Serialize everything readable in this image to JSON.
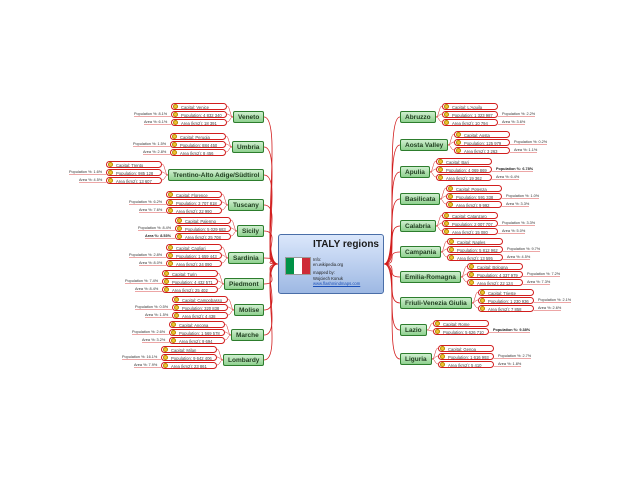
{
  "central": {
    "title": "ITALY regions",
    "info_label": "Info:",
    "info_url": "en.wikipedia.org",
    "mapped_label": "mapped by:",
    "author": "Wojciech Konuk",
    "link": "www.flashmindmaps.com",
    "flag_colors": [
      "#009246",
      "#ffffff",
      "#ce2b37"
    ]
  },
  "colors": {
    "branch": "#d21e1e",
    "node_fill": "#8fd08f",
    "node_border": "#2d7d2d",
    "central_fill": "#9db8e3"
  },
  "icons": {
    "pill": "info-icon"
  },
  "left_regions": [
    {
      "name": "Veneto",
      "pills": [
        "Capital: Venice",
        "Population: 4 832 340",
        "Area (km2): 18 391"
      ],
      "ext": [
        {
          "text": "Population %: 8.1%",
          "bold": false
        },
        {
          "text": "Area %: 6.1%",
          "bold": false
        }
      ]
    },
    {
      "name": "Umbria",
      "pills": [
        "Capital: Perugia",
        "Population: 884 450",
        "Area (km2): 8 456"
      ],
      "ext": [
        {
          "text": "Population %: 1.5%",
          "bold": false
        },
        {
          "text": "Area %: 2.8%",
          "bold": false
        }
      ]
    },
    {
      "name": "Trentino-Alto Adige/Südtirol",
      "pills": [
        "Capital: Trento",
        "Population: 985 128",
        "Area (km2): 13 607"
      ],
      "ext": [
        {
          "text": "Population %: 1.6%",
          "bold": false
        },
        {
          "text": "Area %: 4.5%",
          "bold": false
        }
      ]
    },
    {
      "name": "Tuscany",
      "pills": [
        "Capital: Florence",
        "Population: 3 707 818",
        "Area (km2): 22 990"
      ],
      "ext": [
        {
          "text": "Population %: 6.2%",
          "bold": false
        },
        {
          "text": "Area %: 7.6%",
          "bold": false
        }
      ]
    },
    {
      "name": "Sicily",
      "pills": [
        "Capital: Palermo",
        "Population: 5 029 683",
        "Area (km2): 25 708"
      ],
      "ext": [
        {
          "text": "Population %: 8.4%",
          "bold": false
        },
        {
          "text": "Area %: 8.53%",
          "bold": true
        }
      ]
    },
    {
      "name": "Sardinia",
      "pills": [
        "Capital: Cagliari",
        "Population: 1 659 443",
        "Area (km2): 24 090"
      ],
      "ext": [
        {
          "text": "Population %: 2.8%",
          "bold": false
        },
        {
          "text": "Area %: 8.0%",
          "bold": false
        }
      ]
    },
    {
      "name": "Piedmont",
      "pills": [
        "Capital: Turin",
        "Population: 4 432 571",
        "Area (km2): 25 402"
      ],
      "ext": [
        {
          "text": "Population %: 7.4%",
          "bold": false
        },
        {
          "text": "Area %: 8.4%",
          "bold": false
        }
      ]
    },
    {
      "name": "Molise",
      "pills": [
        "Capital: Campobasso",
        "Population: 320 838",
        "Area (km2): 4 438"
      ],
      "ext": [
        {
          "text": "Population %: 0.5%",
          "bold": false
        },
        {
          "text": "Area %: 1.5%",
          "bold": false
        }
      ]
    },
    {
      "name": "Marche",
      "pills": [
        "Capital: Ancona",
        "Population: 1 569 578",
        "Area (km2): 9 694"
      ],
      "ext": [
        {
          "text": "Population %: 2.6%",
          "bold": false
        },
        {
          "text": "Area %: 3.2%",
          "bold": false
        }
      ]
    },
    {
      "name": "Lombardy",
      "pills": [
        "Capital: Milan",
        "Population: 9 642 406",
        "Area (km2): 23 861"
      ],
      "ext": [
        {
          "text": "Population %: 16.1%",
          "bold": false
        },
        {
          "text": "Area %: 7.9%",
          "bold": false
        }
      ]
    }
  ],
  "right_regions": [
    {
      "name": "Abruzzo",
      "pills": [
        "Capital: L'Aquila",
        "Population: 1 323 987",
        "Area (km2): 10 794"
      ],
      "ext": [
        {
          "text": "Population %: 2.2%",
          "bold": false
        },
        {
          "text": "Area %: 3.6%",
          "bold": false
        }
      ]
    },
    {
      "name": "Aosta Valley",
      "pills": [
        "Capital: Aosta",
        "Population: 125 979",
        "Area (km2): 3 263"
      ],
      "ext": [
        {
          "text": "Population %: 0.2%",
          "bold": false
        },
        {
          "text": "Area %: 1.1%",
          "bold": false
        }
      ]
    },
    {
      "name": "Apulia",
      "pills": [
        "Capital: Bari",
        "Population: 4 069 869",
        "Area (km2): 19 362"
      ],
      "ext": [
        {
          "text": "Population %: 6.78%",
          "bold": true
        },
        {
          "text": "Area %: 6.4%",
          "bold": false
        }
      ]
    },
    {
      "name": "Basilicata",
      "pills": [
        "Capital: Potenza",
        "Population: 591 338",
        "Area (km2): 9 992"
      ],
      "ext": [
        {
          "text": "Population %: 1.0%",
          "bold": false
        },
        {
          "text": "Area %: 3.3%",
          "bold": false
        }
      ]
    },
    {
      "name": "Calabria",
      "pills": [
        "Capital: Catanzaro",
        "Population: 2 007 707",
        "Area (km2): 15 080"
      ],
      "ext": [
        {
          "text": "Population %: 3.3%",
          "bold": false
        },
        {
          "text": "Area %: 5.0%",
          "bold": false
        }
      ]
    },
    {
      "name": "Campania",
      "pills": [
        "Capital: Naples",
        "Population: 5 812 962",
        "Area (km2): 13 595"
      ],
      "ext": [
        {
          "text": "Population %: 9.7%",
          "bold": false
        },
        {
          "text": "Area %: 4.5%",
          "bold": false
        }
      ]
    },
    {
      "name": "Emilia-Romagna",
      "pills": [
        "Capital: Bologna",
        "Population: 4 337 979",
        "Area (km2): 22 124"
      ],
      "ext": [
        {
          "text": "Population %: 7.2%",
          "bold": false
        },
        {
          "text": "Area %: 7.3%",
          "bold": false
        }
      ]
    },
    {
      "name": "Friuli-Venezia Giulia",
      "pills": [
        "Capital: Trieste",
        "Population: 1 230 936",
        "Area (km2): 7 858"
      ],
      "ext": [
        {
          "text": "Population %: 2.1%",
          "bold": false
        },
        {
          "text": "Area %: 2.6%",
          "bold": false
        }
      ]
    },
    {
      "name": "Lazio",
      "pills": [
        "Capital: Rome",
        "Population: 5 626 710"
      ],
      "ext": [
        {
          "text": "Population %: 9.38%",
          "bold": true
        }
      ]
    },
    {
      "name": "Liguria",
      "pills": [
        "Capital: Genoa",
        "Population: 1 616 993",
        "Area (km2): 5 410"
      ],
      "ext": [
        {
          "text": "Population %: 2.7%",
          "bold": false
        },
        {
          "text": "Area %: 1.8%",
          "bold": false
        }
      ]
    }
  ]
}
